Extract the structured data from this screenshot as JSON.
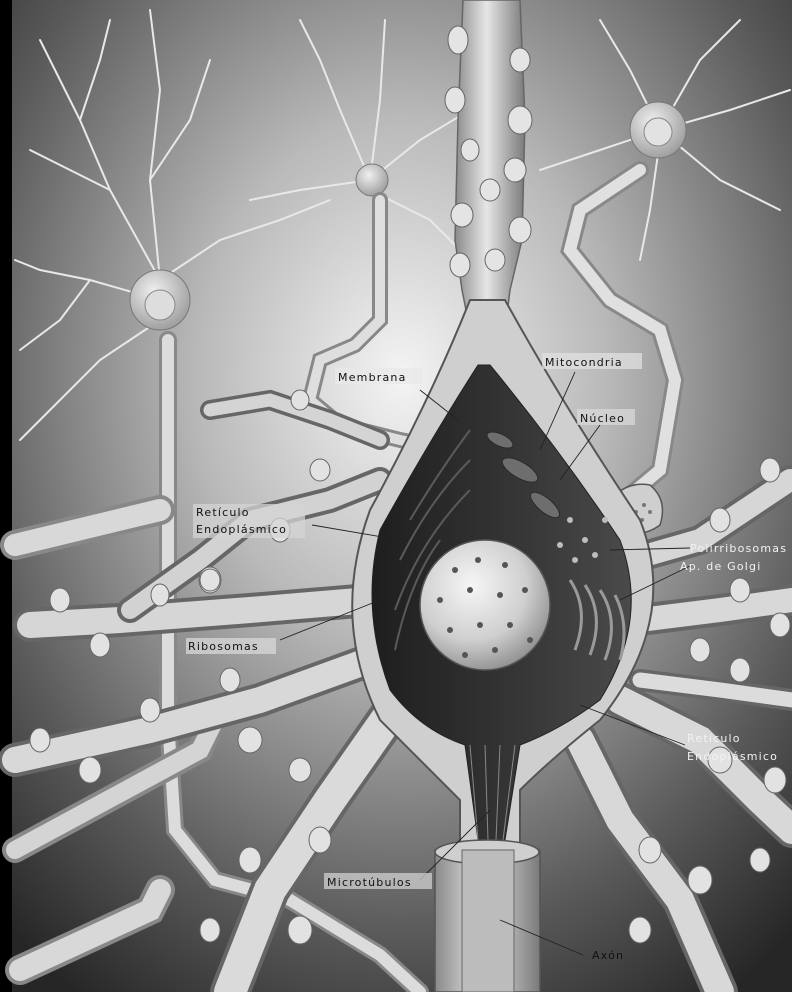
{
  "labels": {
    "membrana": "Membrana",
    "mitocondria": "Mitocondria",
    "nucleo": "Núcleo",
    "reticulo_left_1": "Retículo",
    "reticulo_left_2": "Endoplásmico",
    "ribosomas": "Ribosomas",
    "polirribosomas": "Polirribosomas",
    "golgi": "Ap. de Golgi",
    "reticulo_right_1": "Retículo",
    "reticulo_right_2": "Endoplásmico",
    "microtubulos": "Microtúbulos",
    "axon": "Axón"
  }
}
